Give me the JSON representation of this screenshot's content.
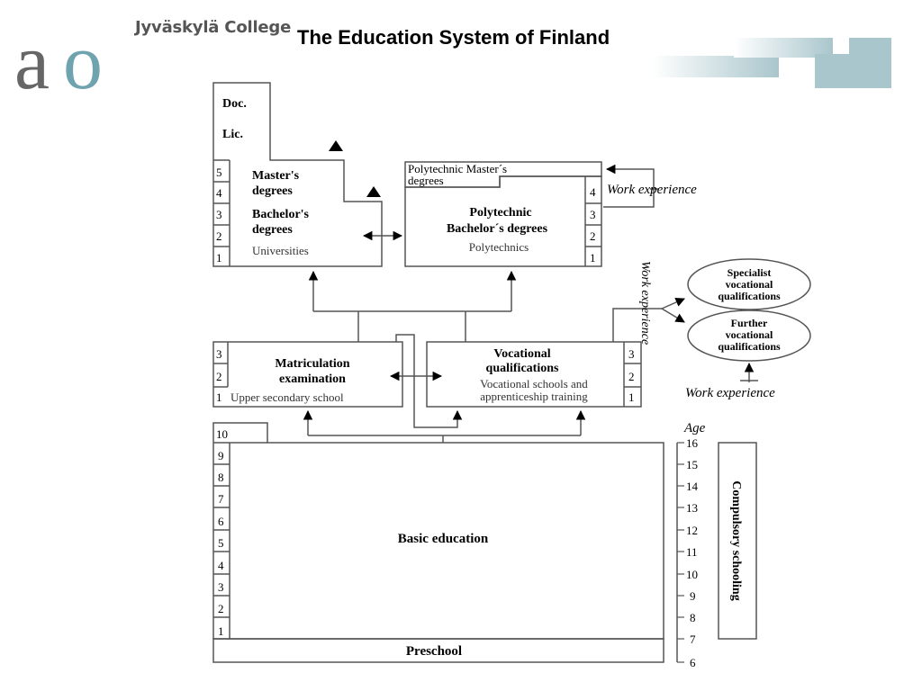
{
  "header": {
    "college": "Jyväskylä College",
    "title": "The Education System of Finland",
    "logo_text": "ao",
    "colors": {
      "logo_a": "#666666",
      "logo_o": "#6fa3ad",
      "banner": "#a9c6cc"
    }
  },
  "universities": {
    "doc": "Doc.",
    "lic": "Lic.",
    "masters_1": "Master's",
    "masters_2": "degrees",
    "bachelors_1": "Bachelor's",
    "bachelors_2": "degrees",
    "label": "Universities",
    "years": [
      "5",
      "4",
      "3",
      "2",
      "1"
    ]
  },
  "polytechnics": {
    "masters_1": "Polytechnic Master´s",
    "masters_2": "degrees",
    "bachelors_1": "Polytechnic",
    "bachelors_2": "Bachelor´s degrees",
    "label": "Polytechnics",
    "years": [
      "4",
      "3",
      "2",
      "1"
    ]
  },
  "work_experience": {
    "top": "Work experience",
    "vertical": "Work experience",
    "bottom": "Work experience"
  },
  "specialist": [
    "Specialist",
    "vocational",
    "qualifications"
  ],
  "further": [
    "Further",
    "vocational",
    "qualifications"
  ],
  "matriculation": {
    "line1": "Matriculation",
    "line2": "examination",
    "label": "Upper secondary school",
    "years": [
      "3",
      "2",
      "1"
    ]
  },
  "vocational": {
    "line1": "Vocational",
    "line2": "qualifications",
    "sub1": "Vocational schools and",
    "sub2": "apprenticeship training",
    "years": [
      "3",
      "2",
      "1"
    ]
  },
  "basic": {
    "label": "Basic education",
    "grades": [
      "10",
      "9",
      "8",
      "7",
      "6",
      "5",
      "4",
      "3",
      "2",
      "1"
    ]
  },
  "preschool": "Preschool",
  "age": {
    "label": "Age",
    "ticks": [
      "16",
      "15",
      "14",
      "13",
      "12",
      "11",
      "10",
      "9",
      "8",
      "7",
      "6"
    ]
  },
  "compulsory": "Compulsory schooling"
}
